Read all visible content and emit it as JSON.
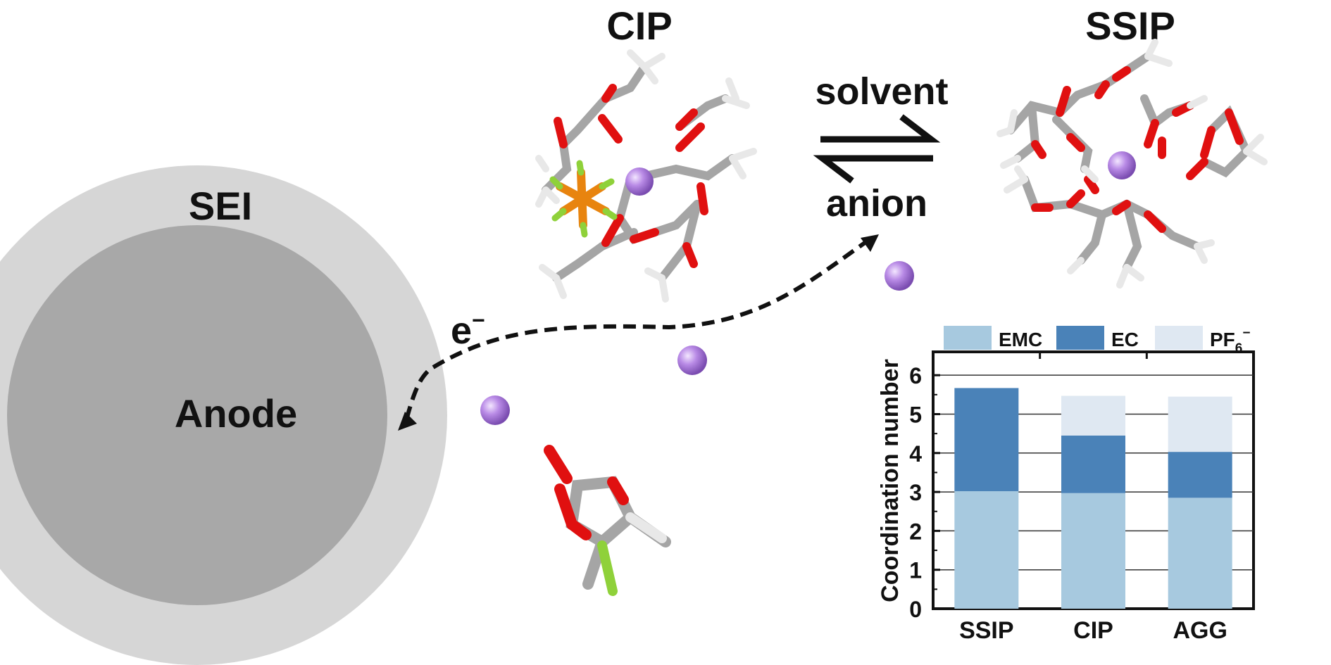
{
  "labels": {
    "cip": "CIP",
    "ssip": "SSIP",
    "sei": "SEI",
    "anode": "Anode",
    "electron": "e",
    "electron_sup": "−",
    "solvent": "solvent",
    "anion": "anion"
  },
  "colors": {
    "sei": "#d6d6d6",
    "anode": "#a8a8a8",
    "li_ion": "#b98be6",
    "oxygen": "#e01010",
    "carbon": "#a5a5a5",
    "hydrogen": "#e8e8e8",
    "phosphorus": "#e8840f",
    "fluorine": "#8fd13a"
  },
  "chart_data": {
    "type": "bar",
    "stacked": true,
    "categories": [
      "SSIP",
      "CIP",
      "AGG"
    ],
    "series": [
      {
        "name": "EMC",
        "values": [
          3.02,
          2.97,
          2.85
        ],
        "color": "#a7c9df"
      },
      {
        "name": "EC",
        "values": [
          2.65,
          1.48,
          1.18
        ],
        "color": "#4a82b8"
      },
      {
        "name": "PF6−",
        "values": [
          0.0,
          1.02,
          1.42
        ],
        "color": "#dfe8f2"
      }
    ],
    "legend": {
      "name_parts": [
        "EMC",
        "EC",
        "PF",
        "6",
        "−"
      ],
      "placement": "top"
    },
    "ylabel": "Coordination number",
    "ylim": [
      0,
      6.6
    ],
    "yticks": [
      "0",
      "1",
      "2",
      "3",
      "4",
      "5",
      "6"
    ],
    "grid": true
  }
}
